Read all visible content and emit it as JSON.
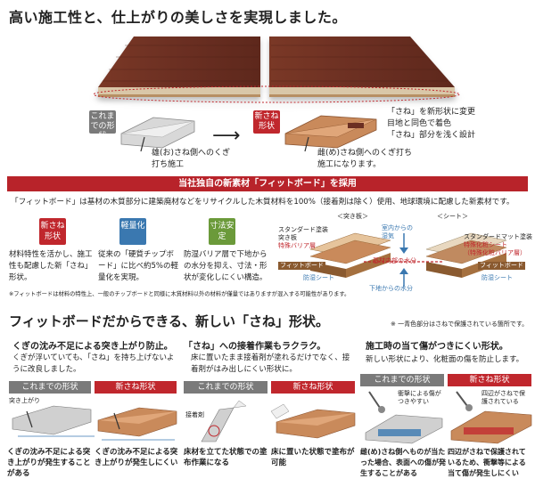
{
  "hero": {
    "title": "高い施工性と、仕上がりの美しさを実現しました。"
  },
  "profiles": {
    "old_tag": "これまでの形状",
    "new_tag": "新さね形状",
    "old_caption": "雄(お)さね側へのくぎ打ち施工",
    "new_caption": "雌(め)さね側へのくぎ打ち施工になります。",
    "new_notes": [
      "「さね」を新形状に変更",
      "目地と同色で着色",
      "「さね」部分を浅く設計"
    ]
  },
  "material": {
    "banner": "当社独自の新素材「フィットボード」を採用",
    "intro": "「フィットボード」は基材の木質部分に建築廃材などをリサイクルした木質材料を100%（接着剤は除く）使用、地球環境に配慮した新素材です。",
    "features": [
      {
        "label": "新さね形状",
        "text": "材料特性を活かし、施工性も配慮した新「さね」形状。"
      },
      {
        "label": "軽量化",
        "text": "従来の「硬質チップボード」に比べ約5%の軽量化を実現。"
      },
      {
        "label": "寸法安定",
        "text": "防湿バリア層で下地からの水分を抑え、寸法・形状が変化しにくい構造。"
      }
    ],
    "footnote": "※フィットボードは材料の特性上、一般のチップボードと同様に木質材料以外の材料が僅量ではありますが混入する可能性があります。",
    "diagram": {
      "left_title": "＜突き板＞",
      "right_title": "＜シート＞",
      "left_layers": [
        "スタンダード塗装",
        "突き板",
        "特殊バリア層"
      ],
      "right_layers": [
        "スタンダードマット塗装",
        "特殊化粧シート",
        "（特殊化粧バリア層）"
      ],
      "center_top": "室内からの湿気",
      "center_mid": "基材内部の水分",
      "center_bottom": "下地からの水分",
      "board_label": "フィットボード",
      "sheet_label": "防湿シート"
    }
  },
  "benefits": {
    "title": "フィットボードだからできる、新しい「さね」形状。",
    "legend": "※ 一青色部分はさねで保護されている箇所です。",
    "old_bar": "これまでの形状",
    "new_bar": "新さね形状",
    "columns": [
      {
        "heading": "くぎの沈み不足による突き上がり防止。",
        "text": "くぎが浮いていても、「さね」を持ち上げないように改良しました。",
        "old_label": "突き上がり",
        "old_caption": "くぎの沈み不足による突き上がりが発生することがある",
        "new_caption": "くぎの沈み不足による突き上がりが発生しにくい"
      },
      {
        "heading": "「さね」への接着作業もラクラク。",
        "text": "床に置いたまま接着剤が塗れるだけでなく、接着剤がはみ出しにくい形状に。",
        "old_label": "接着剤",
        "old_caption": "床材を立てた状態での塗布作業になる",
        "new_caption": "床に置いた状態で塗布が可能"
      },
      {
        "heading": "施工時の当て傷がつきにくい形状。",
        "text": "新しい形状により、化粧面の傷を防止します。",
        "old_label": "衝撃による傷がつきやすい",
        "new_label": "四辺がさねで保護されている",
        "old_caption": "雌(め)さね側へものが当たった場合、表面への傷が発生することがある",
        "new_caption": "四辺がさねで保護されているため、衝撃等による当て傷が発生しにくい"
      }
    ]
  },
  "colors": {
    "accent_red": "#c0272d",
    "banner_red": "#b8232a",
    "wood_dark": "#6b2f22",
    "wood_light": "#c98a5b",
    "blue": "#3a78b0"
  }
}
